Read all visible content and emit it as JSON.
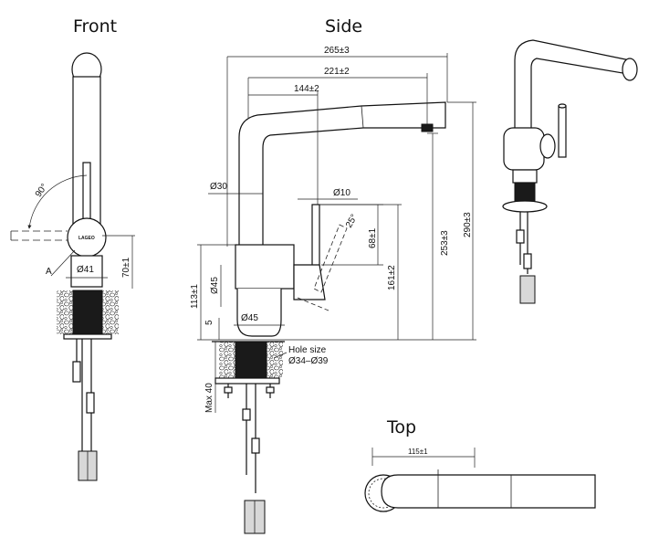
{
  "views": {
    "front": "Front",
    "side": "Side",
    "top": "Top"
  },
  "dimensions": {
    "overall_reach": "265±3",
    "spout_reach": "221±2",
    "lever_reach": "144±2",
    "pipe_dia": "Ø30",
    "lever_dia": "Ø10",
    "lever_angle": "25°",
    "lever_height": "68±1",
    "spout_height": "253±3",
    "total_height": "290±3",
    "lever_base_height": "161±2",
    "body_height": "113±1",
    "body_dia_side": "Ø45",
    "base_dia": "Ø45",
    "base_gap": "5",
    "hole_size_label": "Hole size",
    "hole_size_value": "Ø34–Ø39",
    "max_thickness": "Max 40",
    "front_rotation": "90°",
    "front_body_dia": "Ø41",
    "front_body_height": "70±1",
    "front_section": "A",
    "top_width": "115±1"
  },
  "brand_mark": "LAGEO"
}
